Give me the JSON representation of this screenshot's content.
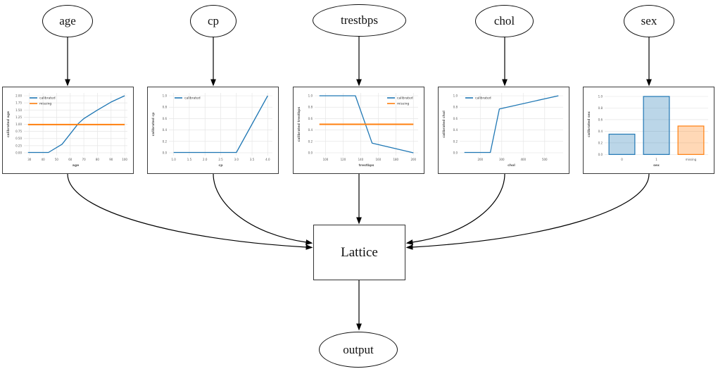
{
  "diagram": {
    "inputs": [
      {
        "id": "age",
        "label": "age"
      },
      {
        "id": "cp",
        "label": "cp"
      },
      {
        "id": "trestbps",
        "label": "trestbps"
      },
      {
        "id": "chol",
        "label": "chol"
      },
      {
        "id": "sex",
        "label": "sex"
      }
    ],
    "lattice_label": "Lattice",
    "output_label": "output"
  },
  "colors": {
    "calibrated_line": "#1f77b4",
    "missing_line": "#ff7f0e",
    "blue_bar_fill": "rgba(31,119,180,0.30)",
    "orange_bar_fill": "rgba(255,127,14,0.30)",
    "grid": "#e6e6e6",
    "tick_text": "#555555",
    "edge_stroke": "#000000"
  },
  "chart_data": [
    {
      "id": "age",
      "type": "line",
      "xlabel": "age",
      "ylabel": "calibrated age",
      "xlim": [
        26,
        102
      ],
      "ylim": [
        -0.1,
        2.1
      ],
      "x_ticks": {
        "values": [
          30,
          40,
          50,
          60,
          70,
          80,
          90,
          100
        ],
        "labels": [
          "30",
          "40",
          "50",
          "60",
          "70",
          "80",
          "90",
          "100"
        ]
      },
      "y_ticks": {
        "values": [
          0,
          0.25,
          0.5,
          0.75,
          1,
          1.25,
          1.5,
          1.75,
          2
        ],
        "labels": [
          "0.00",
          "0.25",
          "0.50",
          "0.75",
          "1.00",
          "1.25",
          "1.50",
          "1.75",
          "2.00"
        ]
      },
      "series": [
        {
          "name": "calibrated",
          "color": "#1f77b4",
          "width": 1.3,
          "points": [
            [
              29,
              0.01
            ],
            [
              44,
              0.01
            ],
            [
              54,
              0.3
            ],
            [
              66,
              1.03
            ],
            [
              70,
              1.2
            ],
            [
              80,
              1.5
            ],
            [
              90,
              1.78
            ],
            [
              100,
              2.0
            ]
          ]
        },
        {
          "name": "missing",
          "color": "#ff7f0e",
          "width": 2,
          "points": [
            [
              29,
              0.99
            ],
            [
              100,
              0.99
            ]
          ]
        }
      ],
      "legend": {
        "pos": "tl",
        "items": [
          {
            "label": "calibrated",
            "color": "#1f77b4"
          },
          {
            "label": "missing",
            "color": "#ff7f0e"
          }
        ]
      }
    },
    {
      "id": "cp",
      "type": "line",
      "xlabel": "cp",
      "ylabel": "calibrated cp",
      "xlim": [
        0.85,
        4.15
      ],
      "ylim": [
        -0.05,
        1.05
      ],
      "x_ticks": {
        "values": [
          1,
          1.5,
          2,
          2.5,
          3,
          3.5,
          4
        ],
        "labels": [
          "1.0",
          "1.5",
          "2.0",
          "2.5",
          "3.0",
          "3.5",
          "4.0"
        ]
      },
      "y_ticks": {
        "values": [
          0,
          0.2,
          0.4,
          0.6,
          0.8,
          1
        ],
        "labels": [
          "0.0",
          "0.2",
          "0.4",
          "0.6",
          "0.8",
          "1.0"
        ]
      },
      "series": [
        {
          "name": "calibrated",
          "color": "#1f77b4",
          "width": 1.3,
          "points": [
            [
              1,
              0.005
            ],
            [
              3,
              0.005
            ],
            [
              4,
              1.0
            ]
          ]
        }
      ],
      "legend": {
        "pos": "tl",
        "items": [
          {
            "label": "calibrated",
            "color": "#1f77b4"
          }
        ]
      }
    },
    {
      "id": "trestbps",
      "type": "line",
      "xlabel": "trestbps",
      "ylabel": "calibrated trestbps",
      "xlim": [
        87.6,
        205.4
      ],
      "ylim": [
        -0.05,
        1.05
      ],
      "x_ticks": {
        "values": [
          100,
          120,
          140,
          160,
          180,
          200
        ],
        "labels": [
          "100",
          "120",
          "140",
          "160",
          "180",
          "200"
        ]
      },
      "y_ticks": {
        "values": [
          0,
          0.2,
          0.4,
          0.6,
          0.8,
          1
        ],
        "labels": [
          "0.0",
          "0.2",
          "0.4",
          "0.6",
          "0.8",
          "1.0"
        ]
      },
      "series": [
        {
          "name": "calibrated",
          "color": "#1f77b4",
          "width": 1.3,
          "points": [
            [
              93,
              1.0
            ],
            [
              134,
              1.0
            ],
            [
              153,
              0.17
            ],
            [
              200,
              0.0
            ]
          ]
        },
        {
          "name": "missing",
          "color": "#ff7f0e",
          "width": 2,
          "points": [
            [
              93,
              0.5
            ],
            [
              200,
              0.5
            ]
          ]
        }
      ],
      "legend": {
        "pos": "tr",
        "items": [
          {
            "label": "calibrated",
            "color": "#1f77b4"
          },
          {
            "label": "missing",
            "color": "#ff7f0e"
          }
        ]
      }
    },
    {
      "id": "chol",
      "type": "line",
      "xlabel": "chol",
      "ylabel": "calibrated chol",
      "xlim": [
        104,
        586
      ],
      "ylim": [
        -0.05,
        1.05
      ],
      "x_ticks": {
        "values": [
          200,
          300,
          400,
          500
        ],
        "labels": [
          "200",
          "300",
          "400",
          "500"
        ]
      },
      "y_ticks": {
        "values": [
          0,
          0.2,
          0.4,
          0.6,
          0.8,
          1
        ],
        "labels": [
          "0.0",
          "0.2",
          "0.4",
          "0.6",
          "0.8",
          "1.0"
        ]
      },
      "series": [
        {
          "name": "calibrated",
          "color": "#1f77b4",
          "width": 1.3,
          "points": [
            [
              126,
              0.005
            ],
            [
              247,
              0.005
            ],
            [
              289,
              0.77
            ],
            [
              564,
              1.0
            ]
          ]
        }
      ],
      "legend": {
        "pos": "tl",
        "items": [
          {
            "label": "calibrated",
            "color": "#1f77b4"
          }
        ]
      }
    },
    {
      "id": "sex",
      "type": "bar",
      "xlabel": "sex",
      "ylabel": "calibrated sex",
      "ylim": [
        -0.02,
        1.06
      ],
      "categories": [
        "0",
        "1",
        "missing"
      ],
      "values": [
        0.35,
        1.0,
        0.49
      ],
      "bar_edge_colors": [
        "#1f77b4",
        "#1f77b4",
        "#ff7f0e"
      ],
      "bar_fill_colors": [
        "rgba(31,119,180,0.30)",
        "rgba(31,119,180,0.30)",
        "rgba(255,127,14,0.30)"
      ],
      "y_ticks": {
        "values": [
          0,
          0.2,
          0.4,
          0.6,
          0.8,
          1
        ],
        "labels": [
          "0.0",
          "0.2",
          "0.4",
          "0.6",
          "0.8",
          "1.0"
        ]
      },
      "legend": null
    }
  ]
}
